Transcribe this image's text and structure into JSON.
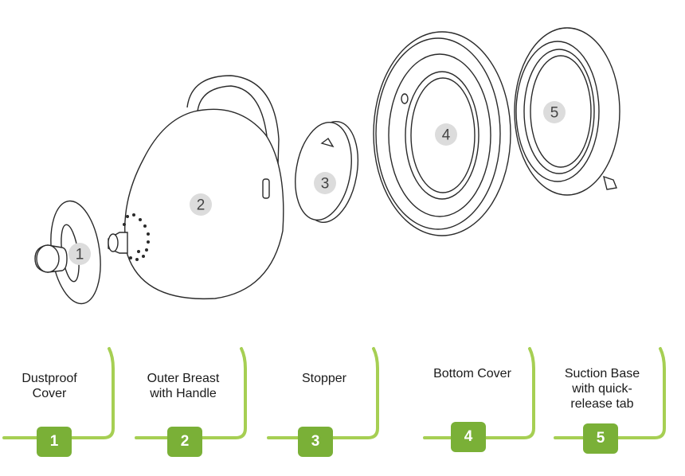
{
  "parts": [
    {
      "number": "1",
      "name": "Dustproof\nCover"
    },
    {
      "number": "2",
      "name": "Outer Breast\nwith Handle"
    },
    {
      "number": "3",
      "name": "Stopper"
    },
    {
      "number": "4",
      "name": "Bottom Cover"
    },
    {
      "number": "5",
      "name": "Suction Base\nwith quick-\nrelease tab"
    }
  ],
  "colors": {
    "accent": "#7ab037",
    "line_art": "#2a2a2a",
    "tag_fill": "#dcdcdc"
  }
}
